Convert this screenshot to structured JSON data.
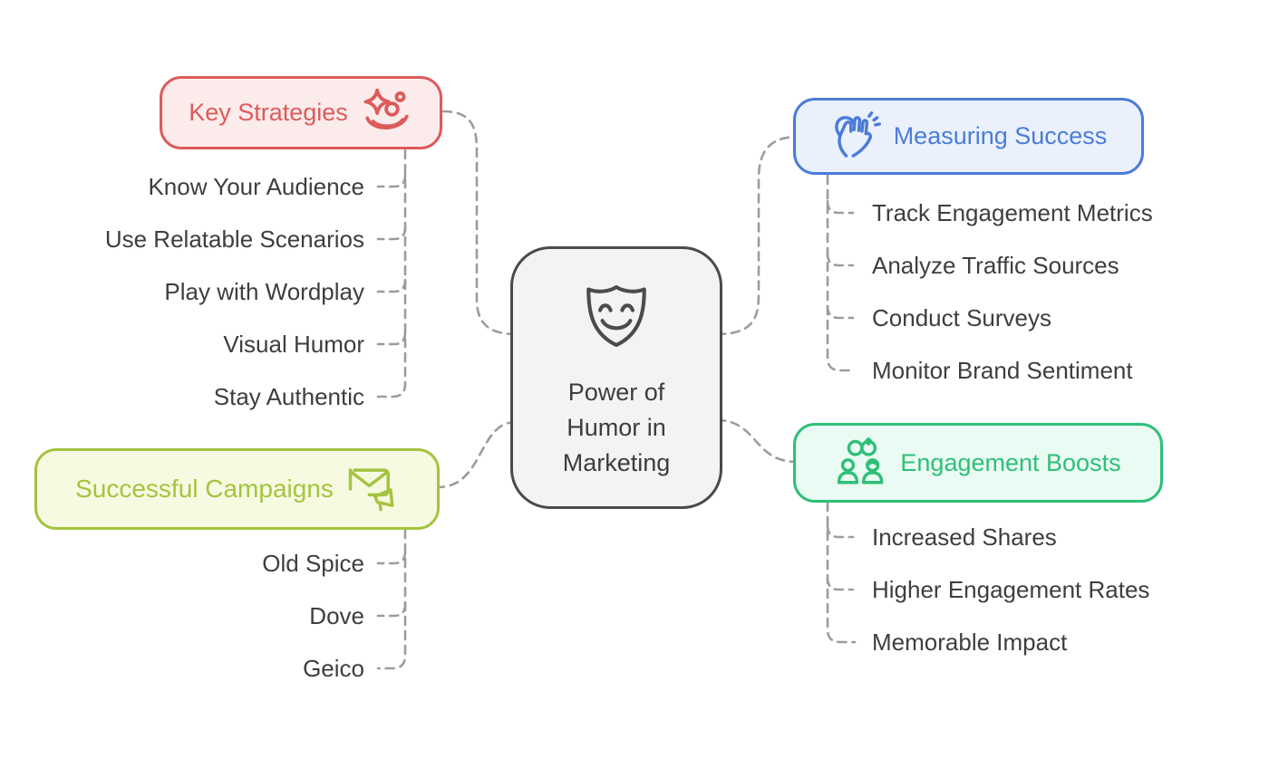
{
  "diagram_title": "Power of Humor in Marketing",
  "center_node": {
    "lines": [
      "Power of",
      "Humor in",
      "Marketing"
    ],
    "icon": "theater-mask-icon",
    "border_color": "#4a4a4a",
    "bg_color": "#f3f3f3",
    "text_color": "#3d3d3d"
  },
  "connector_color": "#9c9c9c",
  "item_text_color": "#3e3e3e",
  "branches": [
    {
      "id": "key-strategies",
      "label": "Key Strategies",
      "icon": "clown-face-icon",
      "accent": "#dd5b5b",
      "bg": "#fcebeb",
      "children": [
        "Know Your Audience",
        "Use Relatable Scenarios",
        "Play with Wordplay",
        "Visual Humor",
        "Stay Authentic"
      ]
    },
    {
      "id": "measuring-success",
      "label": "Measuring Success",
      "icon": "clapping-hands-icon",
      "accent": "#4c7cd9",
      "bg": "#eaf1fc",
      "children": [
        "Track Engagement Metrics",
        "Analyze Traffic Sources",
        "Conduct Surveys",
        "Monitor Brand Sentiment"
      ]
    },
    {
      "id": "successful-campaigns",
      "label": "Successful Campaigns",
      "icon": "mail-megaphone-icon",
      "accent": "#a4c440",
      "bg": "#f6fae0",
      "children": [
        "Old Spice",
        "Dove",
        "Geico"
      ]
    },
    {
      "id": "engagement-boosts",
      "label": "Engagement Boosts",
      "icon": "linked-rings-people-icon",
      "accent": "#2fbf78",
      "bg": "#e9fbf2",
      "children": [
        "Increased Shares",
        "Higher Engagement Rates",
        "Memorable Impact"
      ]
    }
  ]
}
